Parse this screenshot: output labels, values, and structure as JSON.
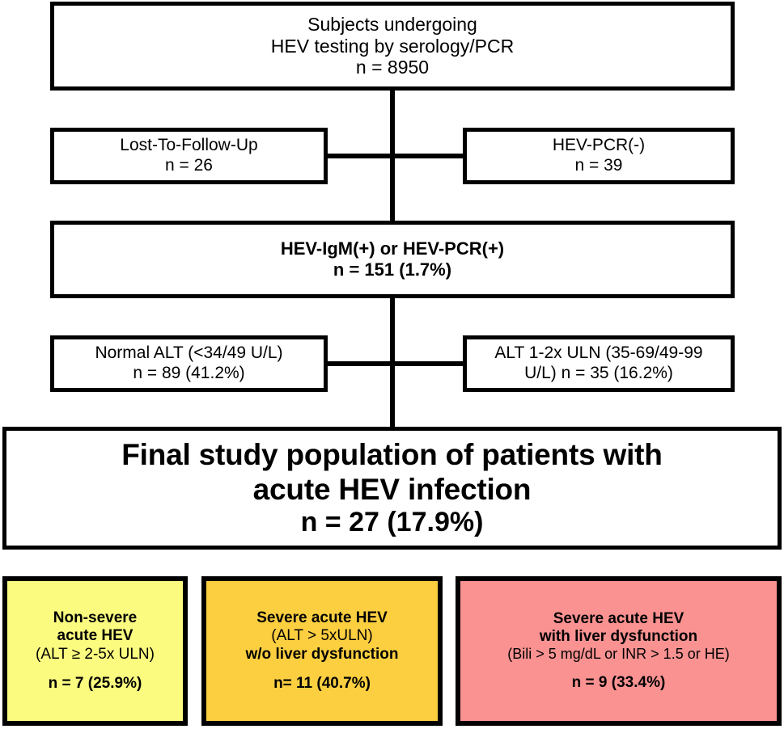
{
  "figure": {
    "kind": "study-flow-diagram",
    "colors": {
      "line": "#000000",
      "box_fill": "#ffffff",
      "non_severe_fill": "#FBFB80",
      "severe_fill": "#FCCF40",
      "severe_dysfunction_fill": "#FB9292"
    }
  },
  "nodes": {
    "screened": {
      "line1": "Subjects undergoing",
      "line2": "HEV testing by serology/PCR",
      "line3": "n = 8950"
    },
    "lost_to_follow_up": {
      "line1": "Lost-To-Follow-Up",
      "line2": "n = 26"
    },
    "hev_pcr_negative": {
      "line1": "HEV-PCR(-)",
      "line2": "n = 39"
    },
    "hev_positive": {
      "line1": "HEV-IgM(+) or HEV-PCR(+)",
      "line2": "n = 151 (1.7%)"
    },
    "normal_alt": {
      "line1": "Normal ALT (<34/49 U/L)",
      "line2": "n = 89 (41.2%)"
    },
    "alt_1_2x_uln": {
      "line1": "ALT 1-2x ULN (35-69/49-99",
      "line2": "U/L) n = 35 (16.2%)"
    },
    "final_population": {
      "line1": "Final study population of patients with",
      "line2": "acute HEV infection",
      "line3": "n = 27 (17.9%)"
    },
    "non_severe": {
      "line1": "Non-severe",
      "line2": "acute HEV",
      "line3": "(ALT ≥ 2-5x ULN)",
      "line4": "n = 7 (25.9%)"
    },
    "severe_no_dysfunction": {
      "line1": "Severe acute HEV",
      "line2": "(ALT > 5xULN)",
      "line3": "w/o liver dysfunction",
      "line4": "n= 11 (40.7%)"
    },
    "severe_with_dysfunction": {
      "line1": "Severe acute HEV",
      "line2": "with liver dysfunction",
      "line3": "(Bili > 5 mg/dL or INR > 1.5 or HE)",
      "line4": "n = 9 (33.4%)"
    }
  }
}
